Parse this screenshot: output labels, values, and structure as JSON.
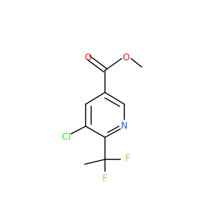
{
  "atoms": {
    "carbonyl_oxygen": "O",
    "ester_oxygen": "O",
    "ring_nitrogen": "N",
    "chlorine": "Cl",
    "fluorine_right": "F",
    "fluorine_bottom": "F"
  },
  "colors": {
    "oxygen": "#ff0d0d",
    "nitrogen": "#3050f8",
    "chlorine": "#1ff01f",
    "fluorine": "#90e050",
    "bond": "#000000"
  }
}
